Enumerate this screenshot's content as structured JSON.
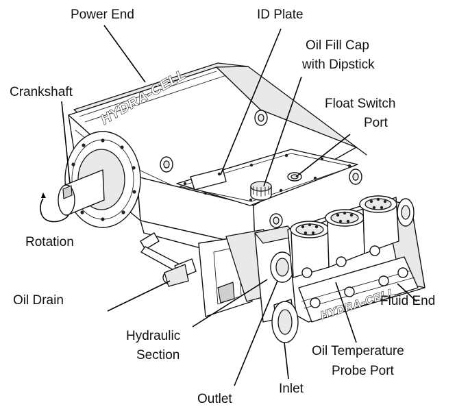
{
  "labels": {
    "power_end": "Power End",
    "id_plate": "ID Plate",
    "oil_fill_cap_line1": "Oil Fill Cap",
    "oil_fill_cap_line2": "with Dipstick",
    "crankshaft": "Crankshaft",
    "float_switch_line1": "Float Switch",
    "float_switch_line2": "Port",
    "rotation": "Rotation",
    "oil_drain": "Oil Drain",
    "fluid_end": "Fluid End",
    "hydraulic_line1": "Hydraulic",
    "hydraulic_line2": "Section",
    "oil_temp_line1": "Oil Temperature",
    "oil_temp_line2": "Probe Port",
    "inlet": "Inlet",
    "outlet": "Outlet"
  },
  "brand": {
    "top_logo": "HYDRA-CELL",
    "side_logo": "HYDRA-CELL"
  },
  "colors": {
    "line": "#000000",
    "body_fill": "#ffffff",
    "shade_fill": "#e9e9e9"
  }
}
